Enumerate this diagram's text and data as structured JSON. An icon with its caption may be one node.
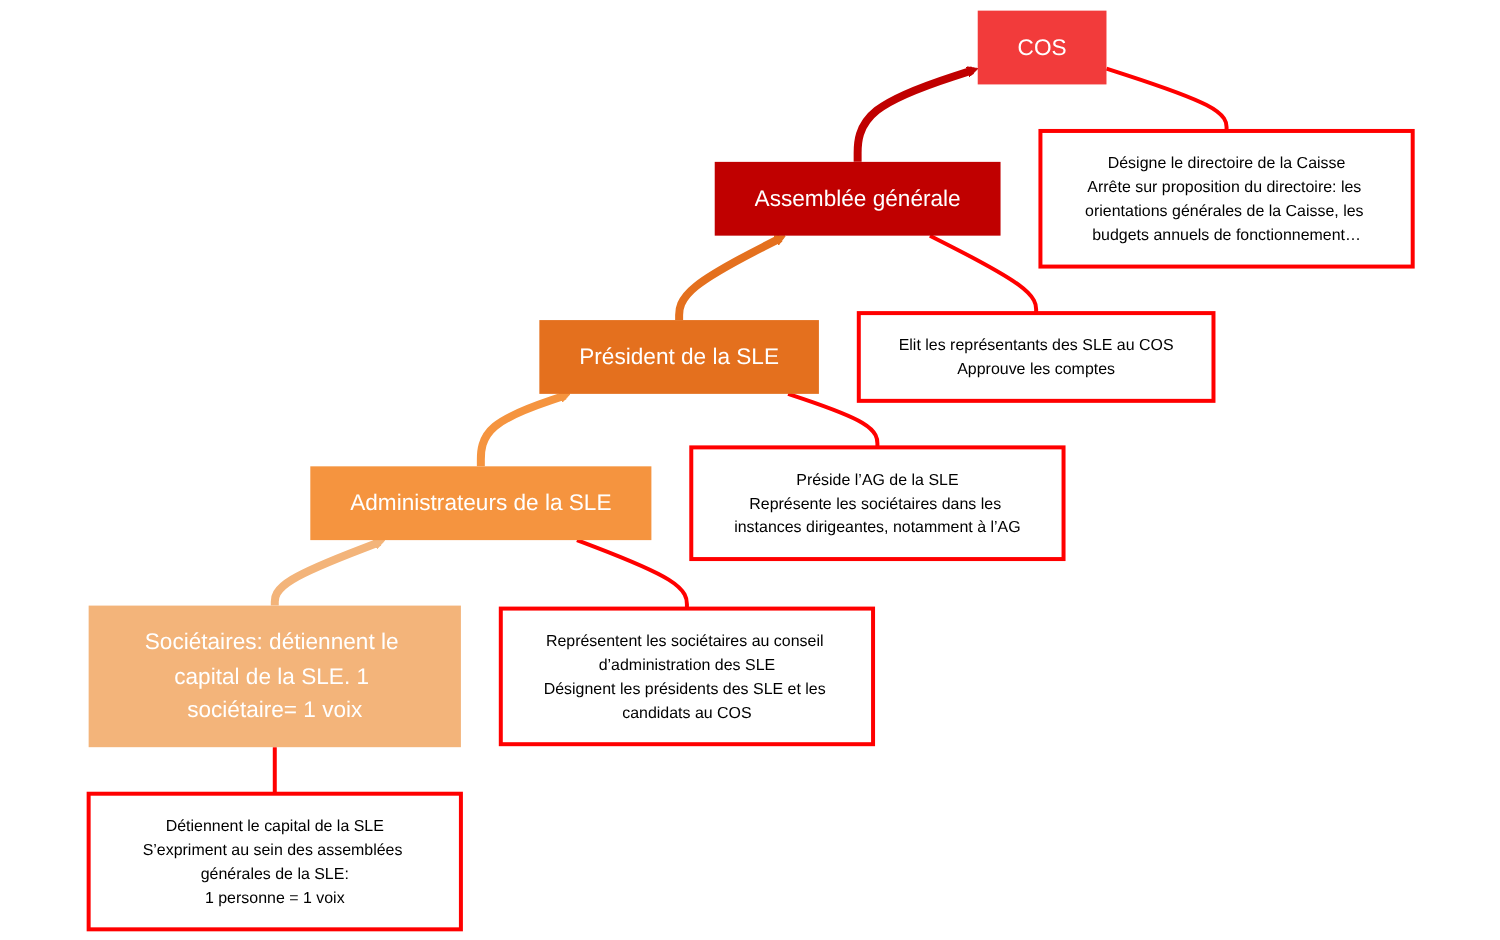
{
  "diagram": {
    "nodes": [
      {
        "text": [
          "Désigne le directoire de la Caisse",
          "Arrête sur proposition du directoire: les orientations générales de la Caisse, les budgets annuels de fonctionnement…"
        ]
      },
      {
        "text": [
          "COS"
        ]
      },
      {
        "text": [
          "Elit les représentants des SLE au COS",
          "Approuve les comptes"
        ]
      },
      {
        "text": [
          "Assemblée générale"
        ]
      },
      {
        "text": [
          "Préside l’AG de la SLE",
          "Représente les sociétaires dans les instances dirigeantes, notamment à l’AG"
        ]
      },
      {
        "text": [
          "Président de la SLE"
        ]
      },
      {
        "text": [
          "Représentent les sociétaires au conseil d’administration des SLE",
          "Désignent les présidents des SLE et les candidats au COS"
        ]
      },
      {
        "text": [
          "Administrateurs de la SLE"
        ]
      },
      {
        "text": [
          "Détiennent le capital de la SLE",
          "S’expriment au sein des assemblées générales de la SLE:",
          "1 personne = 1 voix"
        ]
      },
      {
        "text": [
          "Sociétaires: détiennent le capital de la SLE. 1 sociétaire= 1 voix"
        ]
      }
    ],
    "edges": [
      {
        "from": 9,
        "to": 7,
        "arrow": "to",
        "style": "thick",
        "color": "#f3b47a"
      },
      {
        "from": 7,
        "to": 5,
        "arrow": "to",
        "style": "thick",
        "color": "#f5943f"
      },
      {
        "from": 5,
        "to": 3,
        "arrow": "to",
        "style": "thick",
        "color": "#e4701e"
      },
      {
        "from": 3,
        "to": 1,
        "arrow": "to",
        "style": "thick",
        "color": "#c00000"
      },
      {
        "from": 0,
        "to": 1,
        "arrow": "none",
        "color": "#ff0000"
      },
      {
        "from": 2,
        "to": 3,
        "arrow": "none",
        "color": "#ff0000"
      },
      {
        "from": 4,
        "to": 5,
        "arrow": "none",
        "color": "#ff0000"
      },
      {
        "from": 6,
        "to": 7,
        "arrow": "none",
        "color": "#ff0000"
      },
      {
        "from": 8,
        "to": 9,
        "arrow": "none",
        "color": "#ff0000"
      }
    ]
  }
}
